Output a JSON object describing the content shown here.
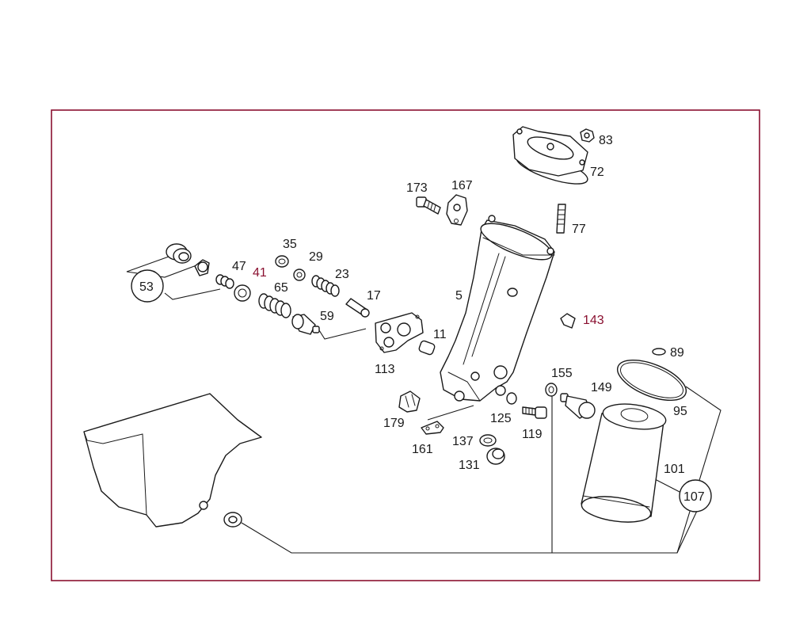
{
  "colors": {
    "frame": "#8a1030",
    "ink": "#1a1a1a",
    "accent_label": "#8a1030"
  },
  "labels": {
    "p83": "83",
    "p72": "72",
    "p173": "173",
    "p167": "167",
    "p77": "77",
    "p35": "35",
    "p29": "29",
    "p47": "47",
    "p41": "41",
    "p23": "23",
    "p53": "53",
    "p65": "65",
    "p17": "17",
    "p59": "59",
    "p5": "5",
    "p143": "143",
    "p11": "11",
    "p113": "113",
    "p89": "89",
    "p155": "155",
    "p149": "149",
    "p95": "95",
    "p125": "125",
    "p179": "179",
    "p119": "119",
    "p137": "137",
    "p161": "161",
    "p131": "131",
    "p101": "101",
    "p107": "107"
  }
}
